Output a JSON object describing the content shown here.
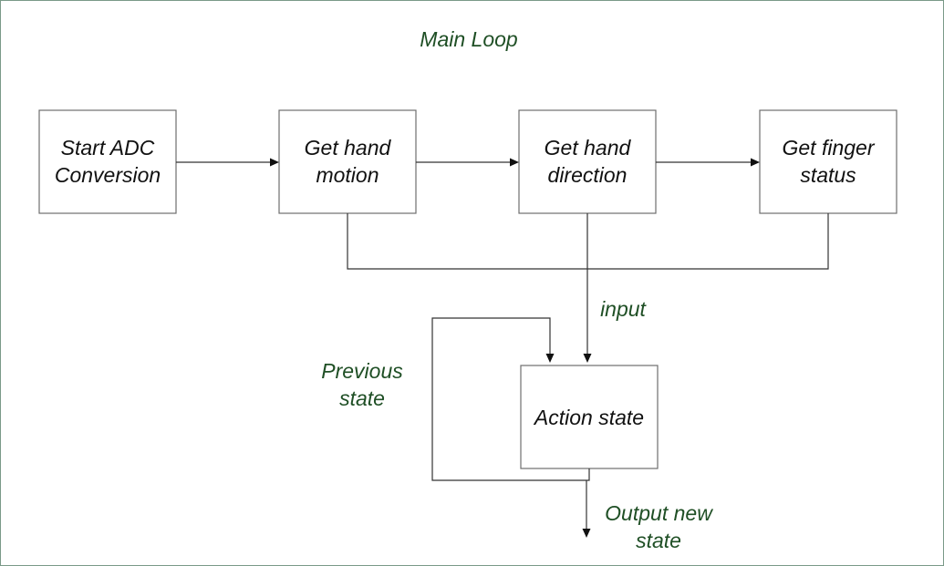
{
  "diagram": {
    "title": "Main Loop",
    "boxes": {
      "start_adc": [
        "Start ADC",
        "Conversion"
      ],
      "hand_motion": [
        "Get hand",
        "motion"
      ],
      "hand_direction": [
        "Get hand",
        "direction"
      ],
      "finger_status": [
        "Get finger",
        "status"
      ],
      "action_state": [
        "Action state"
      ]
    },
    "labels": {
      "input": "input",
      "previous_state": [
        "Previous",
        "state"
      ],
      "output_new_state": [
        "Output new",
        "state"
      ]
    }
  }
}
